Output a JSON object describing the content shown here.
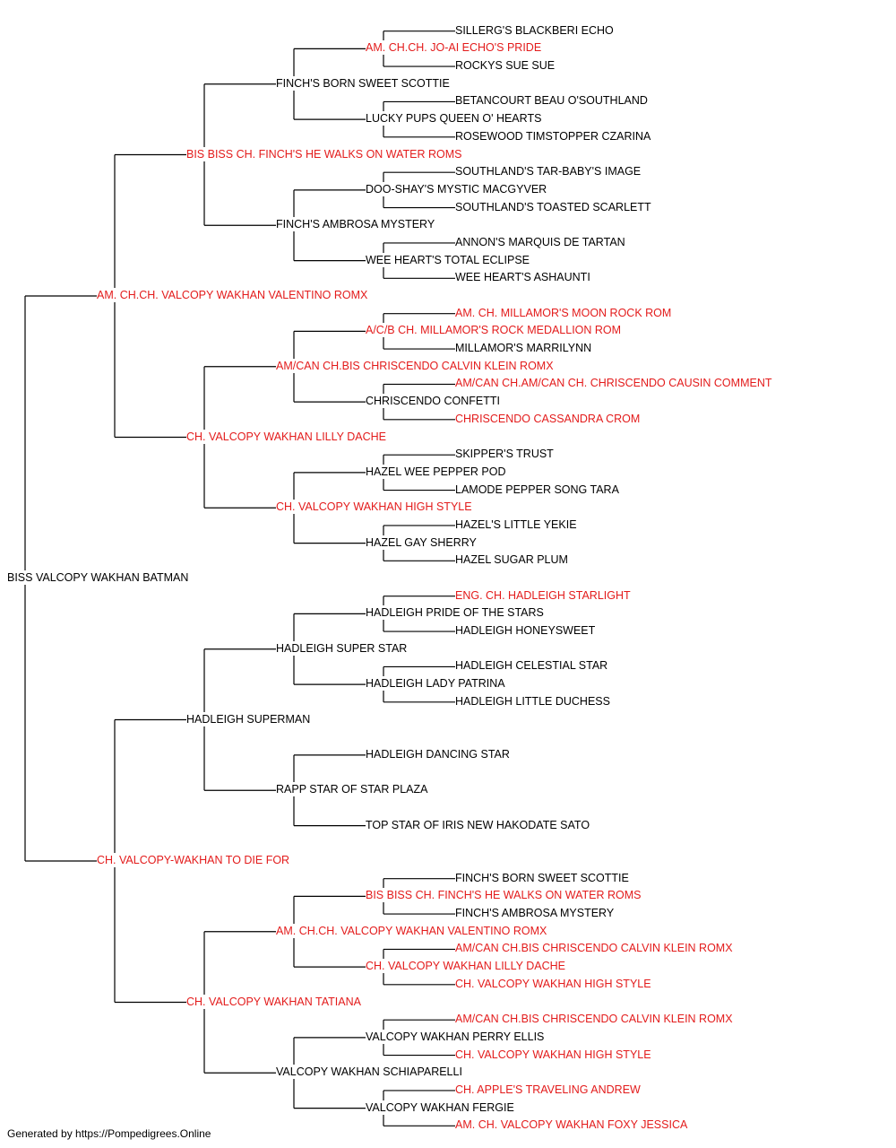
{
  "colors": {
    "champion": "#e31b1b",
    "regular": "#000000",
    "line": "#000000"
  },
  "pedigree": {
    "name": "BISS VALCOPY WAKHAN BATMAN",
    "champ": false,
    "sire": {
      "name": "AM. CH.CH. VALCOPY WAKHAN VALENTINO ROMX",
      "champ": true,
      "sire": {
        "name": "BIS BISS CH. FINCH'S HE WALKS ON WATER ROMS",
        "champ": true,
        "sire": {
          "name": "FINCH'S BORN SWEET SCOTTIE",
          "champ": false,
          "sire": {
            "name": "AM. CH.CH. JO-AI ECHO'S PRIDE",
            "champ": true,
            "sire": {
              "name": "SILLERG'S BLACKBERI ECHO",
              "champ": false
            },
            "dam": {
              "name": "ROCKYS SUE SUE",
              "champ": false
            }
          },
          "dam": {
            "name": "LUCKY PUPS QUEEN O' HEARTS",
            "champ": false,
            "sire": {
              "name": "BETANCOURT BEAU O'SOUTHLAND",
              "champ": false
            },
            "dam": {
              "name": "ROSEWOOD TIMSTOPPER CZARINA",
              "champ": false
            }
          }
        },
        "dam": {
          "name": "FINCH'S AMBROSA MYSTERY",
          "champ": false,
          "sire": {
            "name": "DOO-SHAY'S MYSTIC MACGYVER",
            "champ": false,
            "sire": {
              "name": "SOUTHLAND'S TAR-BABY'S IMAGE",
              "champ": false
            },
            "dam": {
              "name": "SOUTHLAND'S TOASTED SCARLETT",
              "champ": false
            }
          },
          "dam": {
            "name": "WEE HEART'S TOTAL ECLIPSE",
            "champ": false,
            "sire": {
              "name": "ANNON'S MARQUIS DE TARTAN",
              "champ": false
            },
            "dam": {
              "name": "WEE HEART'S ASHAUNTI",
              "champ": false
            }
          }
        }
      },
      "dam": {
        "name": "CH. VALCOPY WAKHAN LILLY DACHE",
        "champ": true,
        "sire": {
          "name": "AM/CAN CH.BIS CHRISCENDO CALVIN KLEIN ROMX",
          "champ": true,
          "sire": {
            "name": "A/C/B CH. MILLAMOR'S ROCK MEDALLION ROM",
            "champ": true,
            "sire": {
              "name": "AM. CH. MILLAMOR'S MOON ROCK ROM",
              "champ": true
            },
            "dam": {
              "name": "MILLAMOR'S MARRILYNN",
              "champ": false
            }
          },
          "dam": {
            "name": "CHRISCENDO CONFETTI",
            "champ": false,
            "sire": {
              "name": "AM/CAN CH.AM/CAN CH. CHRISCENDO CAUSIN COMMENT",
              "champ": true
            },
            "dam": {
              "name": "CHRISCENDO CASSANDRA CROM",
              "champ": true
            }
          }
        },
        "dam": {
          "name": "CH. VALCOPY WAKHAN HIGH STYLE",
          "champ": true,
          "sire": {
            "name": "HAZEL WEE PEPPER POD",
            "champ": false,
            "sire": {
              "name": "SKIPPER'S TRUST",
              "champ": false
            },
            "dam": {
              "name": "LAMODE PEPPER SONG TARA",
              "champ": false
            }
          },
          "dam": {
            "name": "HAZEL GAY SHERRY",
            "champ": false,
            "sire": {
              "name": "HAZEL'S LITTLE YEKIE",
              "champ": false
            },
            "dam": {
              "name": "HAZEL SUGAR PLUM",
              "champ": false
            }
          }
        }
      }
    },
    "dam": {
      "name": "CH. VALCOPY-WAKHAN TO DIE FOR",
      "champ": true,
      "sire": {
        "name": "HADLEIGH SUPERMAN",
        "champ": false,
        "sire": {
          "name": "HADLEIGH SUPER STAR",
          "champ": false,
          "sire": {
            "name": "HADLEIGH PRIDE OF THE STARS",
            "champ": false,
            "sire": {
              "name": "ENG. CH. HADLEIGH STARLIGHT",
              "champ": true
            },
            "dam": {
              "name": "HADLEIGH HONEYSWEET",
              "champ": false
            }
          },
          "dam": {
            "name": "HADLEIGH LADY PATRINA",
            "champ": false,
            "sire": {
              "name": "HADLEIGH CELESTIAL STAR",
              "champ": false
            },
            "dam": {
              "name": "HADLEIGH LITTLE DUCHESS",
              "champ": false
            }
          }
        },
        "dam": {
          "name": "RAPP STAR OF STAR PLAZA",
          "champ": false,
          "sire": {
            "name": "HADLEIGH DANCING STAR",
            "champ": false
          },
          "dam": {
            "name": "TOP STAR OF IRIS NEW HAKODATE SATO",
            "champ": false
          }
        }
      },
      "dam": {
        "name": "CH. VALCOPY WAKHAN TATIANA",
        "champ": true,
        "sire": {
          "name": "AM. CH.CH. VALCOPY WAKHAN VALENTINO ROMX",
          "champ": true,
          "sire": {
            "name": "BIS BISS CH. FINCH'S HE WALKS ON WATER ROMS",
            "champ": true,
            "sire": {
              "name": "FINCH'S BORN SWEET SCOTTIE",
              "champ": false
            },
            "dam": {
              "name": "FINCH'S AMBROSA MYSTERY",
              "champ": false
            }
          },
          "dam": {
            "name": "CH. VALCOPY WAKHAN LILLY DACHE",
            "champ": true,
            "sire": {
              "name": "AM/CAN CH.BIS CHRISCENDO CALVIN KLEIN ROMX",
              "champ": true
            },
            "dam": {
              "name": "CH. VALCOPY WAKHAN HIGH STYLE",
              "champ": true
            }
          }
        },
        "dam": {
          "name": "VALCOPY WAKHAN SCHIAPARELLI",
          "champ": false,
          "sire": {
            "name": "VALCOPY WAKHAN PERRY ELLIS",
            "champ": false,
            "sire": {
              "name": "AM/CAN CH.BIS CHRISCENDO CALVIN KLEIN ROMX",
              "champ": true
            },
            "dam": {
              "name": "CH. VALCOPY WAKHAN HIGH STYLE",
              "champ": true
            }
          },
          "dam": {
            "name": "VALCOPY WAKHAN FERGIE",
            "champ": false,
            "sire": {
              "name": "CH. APPLE'S TRAVELING ANDREW",
              "champ": true
            },
            "dam": {
              "name": "AM. CH. VALCOPY WAKHAN FOXY JESSICA",
              "champ": true
            }
          }
        }
      }
    }
  },
  "footer": "Generated by https://Pompedigrees.Online"
}
